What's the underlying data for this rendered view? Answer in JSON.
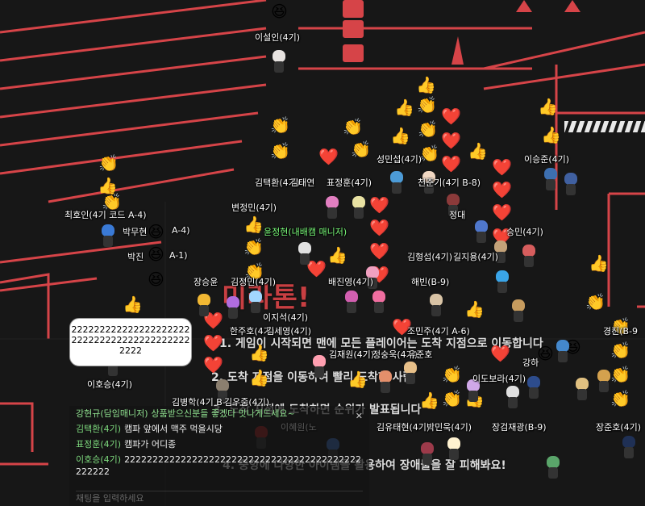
{
  "stage_texts": [
    {
      "name": "big-sign",
      "text": "미라톤!"
    },
    {
      "name": "notice-line-1",
      "text": "1. 게임이 시작되면 맨에 모든 플레이어는 도착 지점으로 이동합니다"
    },
    {
      "name": "notice-line-2",
      "text": "2. 도착 지점을 이동하여 빨리 도착한 사람"
    },
    {
      "name": "notice-line-3",
      "text": "3. 도착 지점에 도착하면 순위가 발표됩니다"
    },
    {
      "name": "notice-line-4",
      "text": "4. 중앙에 다양한 아이템을 활용하여 장애물을 잘 피해봐요!"
    }
  ],
  "players": [
    {
      "label": "이설인(4기)",
      "manager": false
    },
    {
      "label": "이승준(4기)",
      "manager": false
    },
    {
      "label": "김택환(4기)",
      "manager": false
    },
    {
      "label": "김태연",
      "manager": false
    },
    {
      "label": "표정훈(4기)",
      "manager": false
    },
    {
      "label": "성민섭(4기)",
      "manager": false
    },
    {
      "label": "천준기(4기 B-8)",
      "manager": false
    },
    {
      "label": "최호인(4기 코드 A-4)",
      "manager": false
    },
    {
      "label": "박무현",
      "manager": false
    },
    {
      "label": "A-4)",
      "manager": false
    },
    {
      "label": "변정민(4기)",
      "manager": false
    },
    {
      "label": "윤정현(내배캠 매니저)",
      "manager": true
    },
    {
      "label": "정대",
      "manager": false
    },
    {
      "label": "승민(4기)",
      "manager": false
    },
    {
      "label": "박진",
      "manager": false
    },
    {
      "label": "A-1)",
      "manager": false
    },
    {
      "label": "김형섭(4기)",
      "manager": false
    },
    {
      "label": "길지용(4기)",
      "manager": false
    },
    {
      "label": "장승윤",
      "manager": false
    },
    {
      "label": "김정민(4기)",
      "manager": false
    },
    {
      "label": "배진영(4기)",
      "manager": false
    },
    {
      "label": "해빈(B-9)",
      "manager": false
    },
    {
      "label": "한주호(4기)",
      "manager": false
    },
    {
      "label": "김세영(4기)",
      "manager": false
    },
    {
      "label": "이지석(4기)",
      "manager": false
    },
    {
      "label": "조민주(4기 A-6)",
      "manager": false
    },
    {
      "label": "경진(B-9",
      "manager": false
    },
    {
      "label": "김재원(4기)",
      "manager": false
    },
    {
      "label": "정숭욱(4기)",
      "manager": false
    },
    {
      "label": "유준호",
      "manager": false
    },
    {
      "label": "강하",
      "manager": false
    },
    {
      "label": "이호승(4기)",
      "manager": false
    },
    {
      "label": "이도보라(4기)",
      "manager": false
    },
    {
      "label": "김병학(4기 B-",
      "manager": false
    },
    {
      "label": "김우중(4기)",
      "manager": false
    },
    {
      "label": "이혜원(노",
      "manager": false
    },
    {
      "label": "김유태현(4기)",
      "manager": false
    },
    {
      "label": "박민욱(4기)",
      "manager": false
    },
    {
      "label": "장검재광(B-9)",
      "manager": false
    },
    {
      "label": "장준호(4기)",
      "manager": false
    }
  ],
  "speech_bubble": {
    "text": "2222222222222222222222222222222222222222222222"
  },
  "chat": {
    "messages": [
      {
        "name": "강현규(담임매니저)",
        "text": "상품받으신분들 좋겠다 맛나게드세요~",
        "manager": true
      },
      {
        "name": "김택환(4기)",
        "text": "캠파 앞에서 맥주 먹을시당",
        "manager": false
      },
      {
        "name": "표정훈(4기)",
        "text": "캠파가 어디종",
        "manager": false
      },
      {
        "name": "이호승(4기)",
        "text": "222222222222222222222222222222222222222222222222",
        "manager": false
      }
    ],
    "close_label": "✕",
    "input_placeholder": "채팅을 입력하세요"
  },
  "emotes": {
    "thumbs": "👍",
    "clap": "👏",
    "heart": "❤️",
    "laugh": "😆"
  },
  "colors": {
    "background": "#171717",
    "track_red": "#e8474a",
    "manager_green": "#7dd97d"
  }
}
